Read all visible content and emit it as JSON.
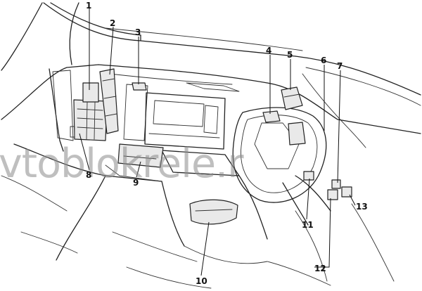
{
  "watermark": "vtoblokrele.r",
  "callouts": [
    "1",
    "2",
    "3",
    "4",
    "5",
    "6",
    "7",
    "8",
    "9",
    "10",
    "11",
    "12",
    "13"
  ]
}
